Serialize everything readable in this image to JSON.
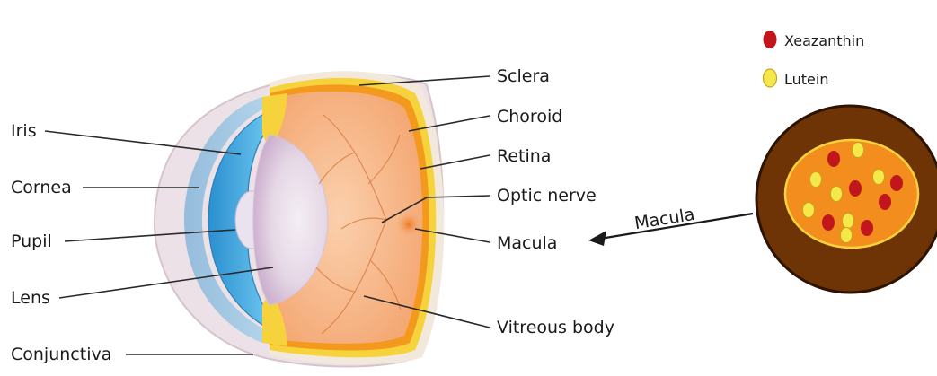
{
  "labels_left": {
    "iris": "Iris",
    "cornea": "Cornea",
    "pupil": "Pupil",
    "lens": "Lens",
    "conjunctiva": "Conjunctiva"
  },
  "labels_right": {
    "sclera": "Sclera",
    "choroid": "Choroid",
    "retina": "Retina",
    "optic_nerve": "Optic nerve",
    "macula": "Macula",
    "vitreous_body": "Vitreous body"
  },
  "arrow_label": "Macula",
  "legend": {
    "items": [
      {
        "label": "Xeazanthin",
        "color": "#c0161c"
      },
      {
        "label": "Lutein",
        "color": "#f4e84a"
      }
    ]
  },
  "colors": {
    "vitreous": "#f7b98a",
    "retina": "#f39a1e",
    "choroid": "#f5d23a",
    "sclera": "#f3eadf",
    "iris": "#3ea8de",
    "cornea": "#bfe3f4",
    "conjunctiva": "#e7d6de",
    "macula_disc_outer": "#7a3a06",
    "macula_disc_inner": "#f28d1e"
  }
}
